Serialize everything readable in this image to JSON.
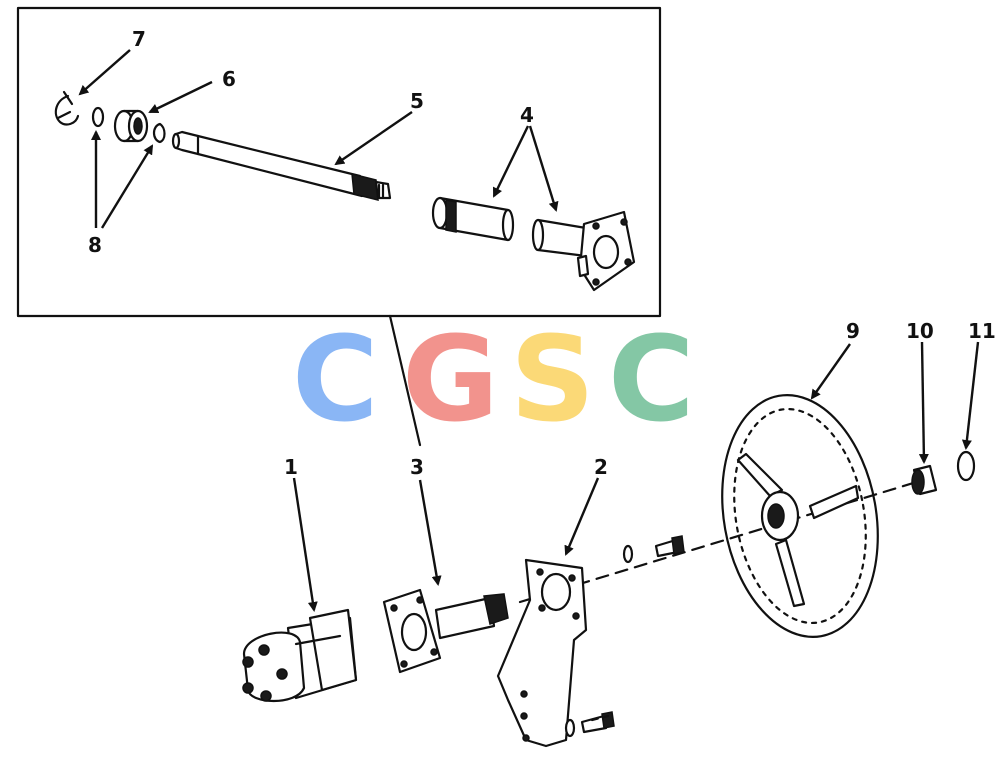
{
  "callouts": {
    "c1": "1",
    "c2": "2",
    "c3": "3",
    "c4": "4",
    "c5": "5",
    "c6": "6",
    "c7": "7",
    "c8": "8",
    "c9": "9",
    "c10": "10",
    "c11": "11"
  },
  "watermark": {
    "letters": [
      "C",
      "G",
      "S",
      "C"
    ],
    "colors": [
      "#8ab6f5",
      "#f2938d",
      "#fbd977",
      "#84c7a5"
    ]
  },
  "colors": {
    "ink": "#111111",
    "background": "#ffffff"
  }
}
